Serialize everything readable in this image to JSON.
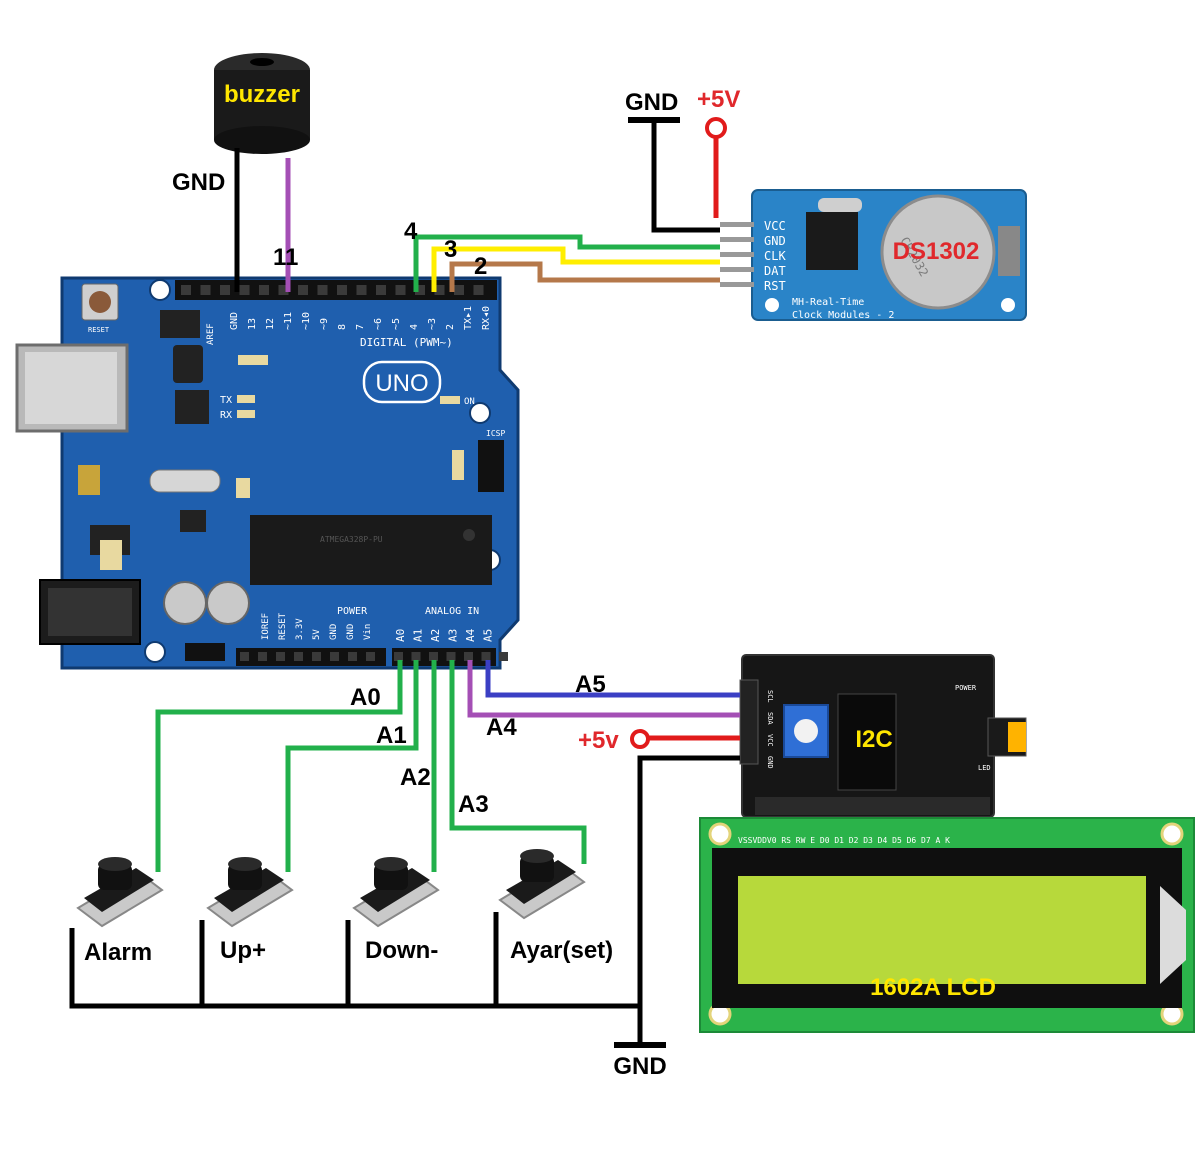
{
  "colors": {
    "board": "#1f5fae",
    "board_dark": "#174a8a",
    "wire_green": "#22b04b",
    "wire_yellow": "#ffee00",
    "wire_brown": "#b5784a",
    "wire_purple": "#a44fb5",
    "wire_blue": "#3b3fc4",
    "wire_red": "#e11b1b",
    "wire_black": "#000000",
    "label_red": "#e0282c",
    "label_yellow": "#ffe600",
    "lcd_pcb": "#2bb34a",
    "lcd_screen": "#b7d93b"
  },
  "buzzer": {
    "label": "buzzer",
    "gnd_label": "GND",
    "pin_label": "11"
  },
  "rtc": {
    "gnd_label": "GND",
    "vcc_label": "+5V",
    "title": "DS1302",
    "pins": [
      "VCC",
      "GND",
      "CLK",
      "DAT",
      "RST"
    ],
    "silk": "MH-Real-Time",
    "silk2": "Clock Modules - 2",
    "battery_text": "CR2032"
  },
  "arduino": {
    "name": "UNO",
    "reset_label": "RESET",
    "aref": "AREF",
    "digital_header": [
      "GND",
      "13",
      "12",
      "~11",
      "~10",
      "~9",
      "8",
      "7",
      "~6",
      "~5",
      "4",
      "~3",
      "2",
      "TX▸1",
      "RX◂0"
    ],
    "digital_label": "DIGITAL (PWM~)",
    "power_label": "POWER",
    "analog_label": "ANALOG IN",
    "power_pins": [
      "IOREF",
      "RESET",
      "3.3V",
      "5V",
      "GND",
      "GND",
      "Vin"
    ],
    "analog_pins": [
      "A0",
      "A1",
      "A2",
      "A3",
      "A4",
      "A5"
    ],
    "tx": "TX",
    "rx": "RX",
    "on": "ON",
    "icsp": "ICSP",
    "chip": "ATMEGA328P-PU"
  },
  "wire_labels": {
    "d4": "4",
    "d3": "3",
    "d2": "2",
    "a0": "A0",
    "a1": "A1",
    "a2": "A2",
    "a3": "A3",
    "a4": "A4",
    "a5": "A5",
    "i2c_vcc": "+5v"
  },
  "i2c": {
    "title": "I2C",
    "pins": [
      "SCL",
      "SDA",
      "VCC",
      "GND"
    ],
    "power": "POWER",
    "led": "LED"
  },
  "lcd": {
    "title": "1602A LCD",
    "pins": "VSSVDDV0 RS RW E  D0 D1 D2 D3 D4 D5 D6 D7  A  K"
  },
  "buttons": [
    {
      "label": "Alarm"
    },
    {
      "label": "Up+"
    },
    {
      "label": "Down-"
    },
    {
      "label": "Ayar(set)"
    }
  ],
  "ground_label": "GND"
}
